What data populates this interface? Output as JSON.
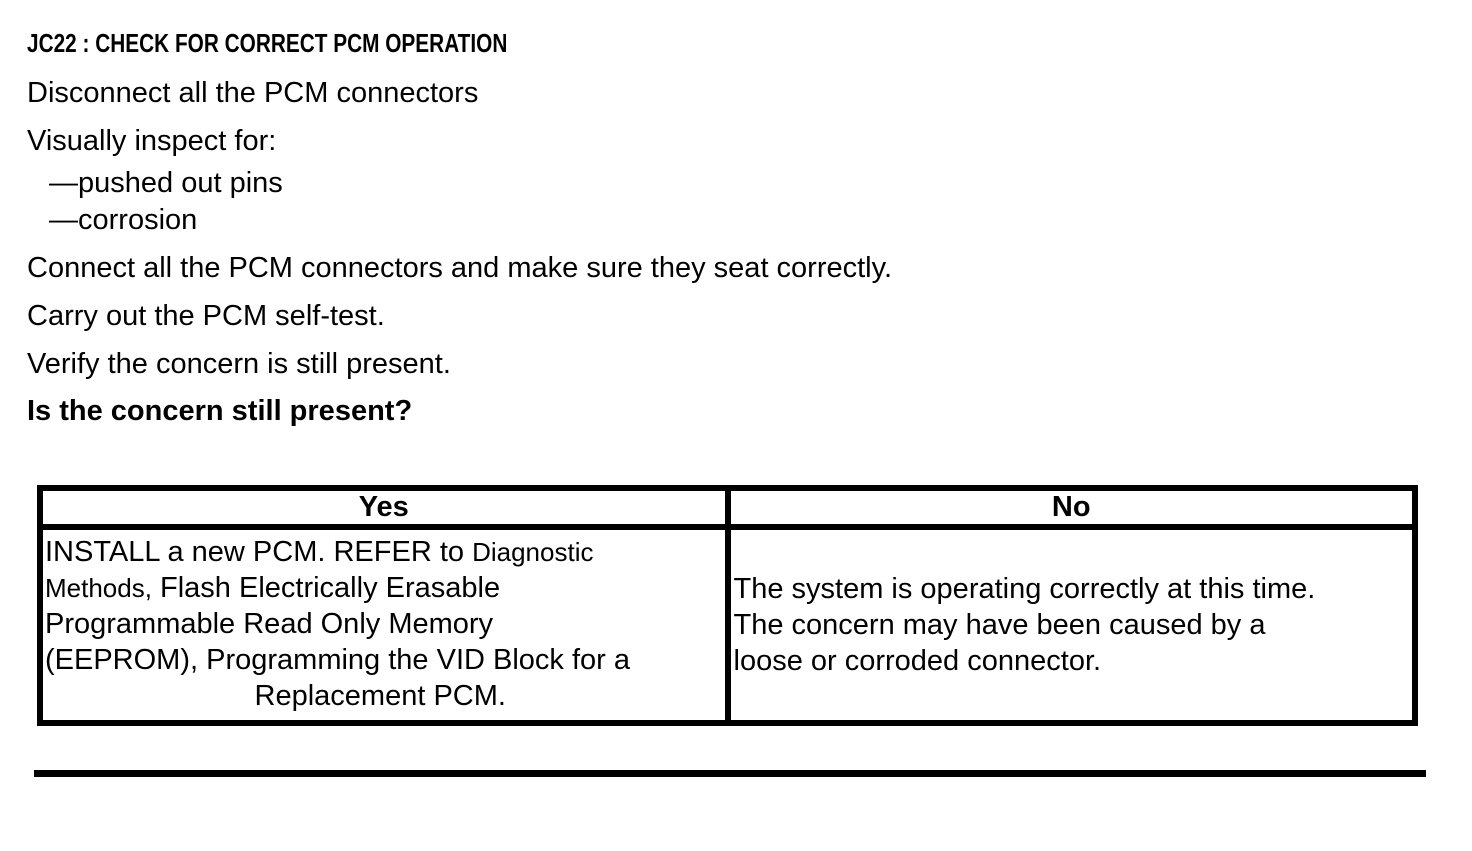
{
  "page": {
    "title": "JC22 : CHECK FOR CORRECT PCM OPERATION"
  },
  "procedure": {
    "step_disconnect": "Disconnect all the PCM connectors",
    "step_inspect": "Visually inspect for:",
    "inspect_items": [
      "—pushed out pins",
      "—corrosion"
    ],
    "step_connect": "Connect all the PCM connectors and make sure they seat correctly.",
    "step_selftest": "Carry out the PCM self-test.",
    "step_verify": "Verify the concern is still present.",
    "question": "Is the concern still present?"
  },
  "decision_table": {
    "yes_header": "Yes",
    "no_header": "No",
    "yes_action": {
      "line1_normal": "INSTALL a new PCM. REFER to ",
      "line1_small": "Diagnostic",
      "line2_small": "Methods,",
      "line2_normal": " Flash Electrically Erasable",
      "line3": "Programmable Read Only Memory",
      "line4": "(EEPROM), Programming the VID Block for a",
      "line5": "Replacement PCM.",
      "full_text": "INSTALL a new PCM. REFER to Diagnostic Methods, Flash Electrically Erasable Programmable Read Only Memory (EEPROM), Programming the VID Block for a Replacement PCM."
    },
    "no_action": {
      "line1": "The system is operating correctly at this time.",
      "line2": "The concern may have been caused by a",
      "line3": "loose or corroded connector.",
      "full_text": "The system is operating correctly at this time. The concern may have been caused by a loose or corroded connector."
    }
  },
  "colors": {
    "text": "#000000",
    "border": "#000000",
    "background": "#ffffff"
  }
}
